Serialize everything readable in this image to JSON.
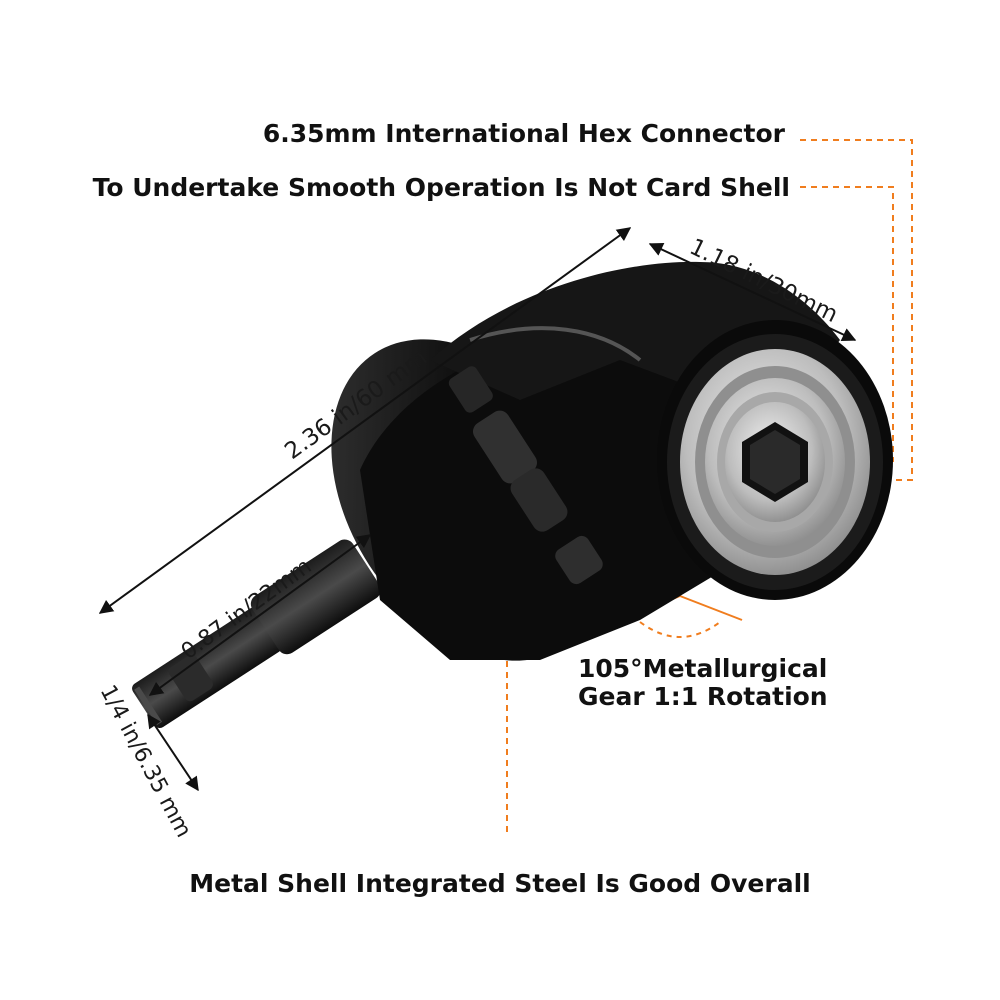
{
  "labels": {
    "hex_connector": "6.35mm International Hex Connector",
    "smooth_operation": "To Undertake Smooth Operation Is Not Card Shell",
    "gear_line1": "105°Metallurgical",
    "gear_line2": "Gear 1:1 Rotation",
    "metal_shell": "Metal Shell Integrated Steel Is Good Overall"
  },
  "dimensions": {
    "overall_length": "2.36 in/60 mm",
    "head_width": "1.18 in/30mm",
    "shank_length": "0.87 in/22mm",
    "hex_size": "1/4 in/6.35 mm"
  },
  "colors": {
    "accent": "#f07d1e",
    "body": "#111111",
    "steel": "#c9c9c9",
    "text": "#111111"
  }
}
